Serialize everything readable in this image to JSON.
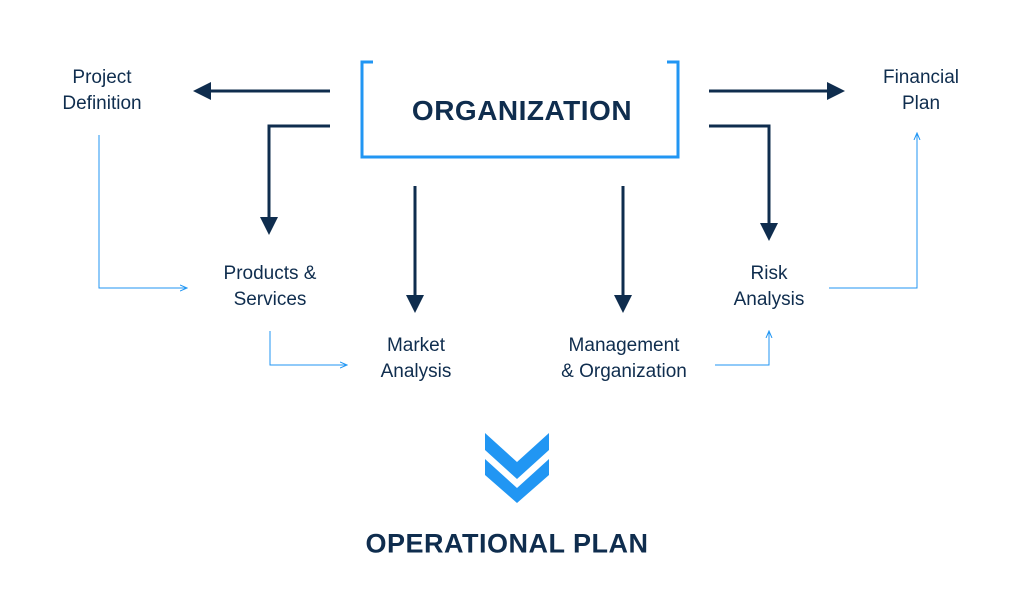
{
  "colors": {
    "dark": "#0f2d4e",
    "accent": "#2196f3"
  },
  "center": {
    "title": "ORGANIZATION"
  },
  "nodes": {
    "project_definition": [
      "Project",
      "Definition"
    ],
    "products_services": [
      "Products &",
      "Services"
    ],
    "market_analysis": [
      "Market",
      "Analysis"
    ],
    "management_organization": [
      "Management",
      "& Organization"
    ],
    "risk_analysis": [
      "Risk",
      "Analysis"
    ],
    "financial_plan": [
      "Financial",
      "Plan"
    ]
  },
  "result": {
    "title": "OPERATIONAL PLAN",
    "icon": "double-chevron-down-icon"
  }
}
